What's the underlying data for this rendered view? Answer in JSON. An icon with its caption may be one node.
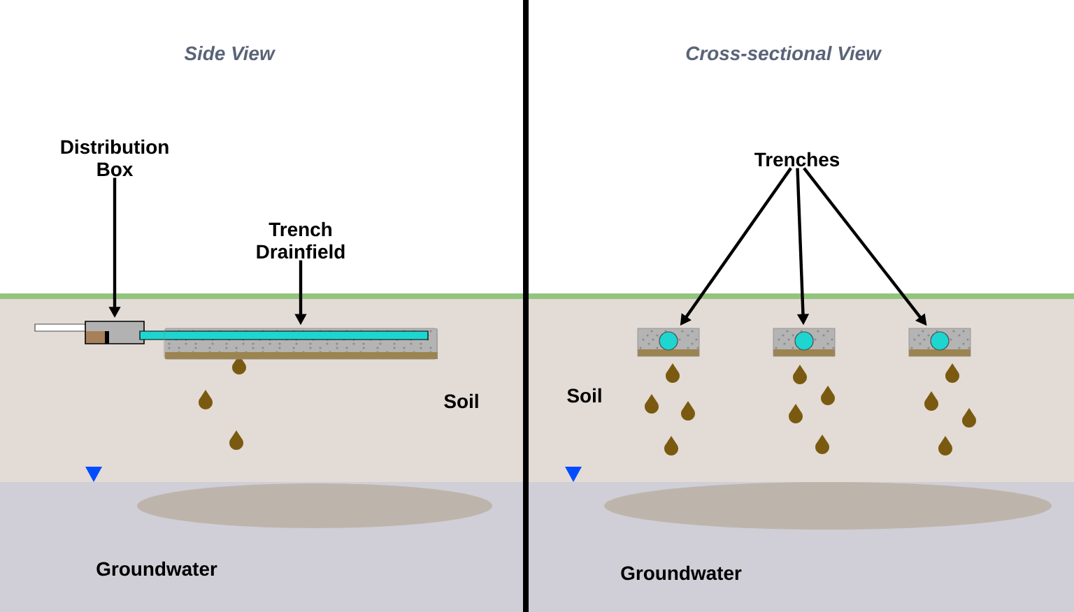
{
  "diagram": {
    "nodes": [
      {
        "text": [
          "Distribution Box"
        ]
      },
      {
        "text": [],
        "shape": "box"
      },
      {
        "text": [
          "Trench Drainfield"
        ]
      },
      {
        "text": [],
        "shape": "bar"
      },
      {
        "text": [
          "Trenches"
        ]
      },
      {
        "text": [],
        "shape": "box"
      },
      {
        "text": [],
        "shape": "box"
      },
      {
        "text": [],
        "shape": "box"
      }
    ],
    "edges": [
      {
        "from": 0,
        "to": 1,
        "arrow": "to"
      },
      {
        "from": 2,
        "to": 3,
        "arrow": "to"
      },
      {
        "from": 4,
        "to": 5,
        "arrow": "to"
      },
      {
        "from": 4,
        "to": 6,
        "arrow": "to"
      },
      {
        "from": 4,
        "to": 7,
        "arrow": "to"
      }
    ],
    "labels": [
      "Side View",
      "Cross-sectional View",
      "Soil",
      "Soil",
      "Groundwater",
      "Groundwater"
    ]
  }
}
